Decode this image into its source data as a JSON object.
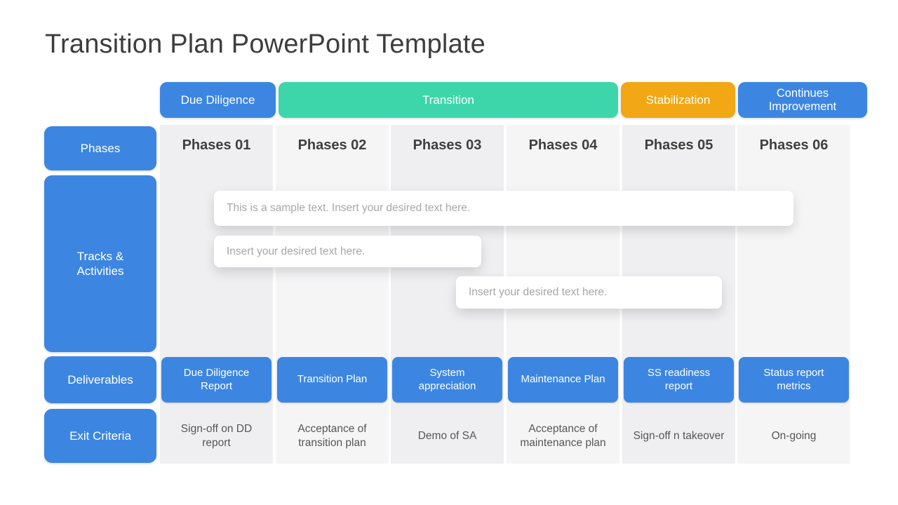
{
  "title": "Transition Plan PowerPoint Template",
  "colors": {
    "blue": "#3c86e2",
    "teal": "#3dd6ab",
    "orange": "#f2a714",
    "column_grey_dark": "#efeff1",
    "column_grey_light": "#f5f5f6",
    "heading_text": "#3d3d3d",
    "placeholder_text": "#a7a7a7"
  },
  "phase_headers": [
    {
      "label": "Due Diligence",
      "color": "blue",
      "spans_phases": 1
    },
    {
      "label": "Transition",
      "color": "teal",
      "spans_phases": 3
    },
    {
      "label": "Stabilization",
      "color": "orange",
      "spans_phases": 1
    },
    {
      "label": "Continues Improvement",
      "color": "blue",
      "spans_phases": 1
    }
  ],
  "row_labels": {
    "phases": "Phases",
    "tracks": "Tracks & Activities",
    "deliverables": "Deliverables",
    "exit_criteria": "Exit Criteria"
  },
  "phases": [
    "Phases 01",
    "Phases 02",
    "Phases 03",
    "Phases 04",
    "Phases 05",
    "Phases 06"
  ],
  "activity_notes": [
    "This is a sample text. Insert your desired text here.",
    "Insert your desired text here.",
    "Insert your desired text here."
  ],
  "deliverables": [
    "Due Diligence Report",
    "Transition Plan",
    "System appreciation",
    "Maintenance Plan",
    "SS readiness report",
    "Status report metrics"
  ],
  "exit_criteria": [
    "Sign-off on DD report",
    "Acceptance of transition plan",
    "Demo of SA",
    "Acceptance of maintenance plan",
    "Sign-off n takeover",
    "On-going"
  ]
}
